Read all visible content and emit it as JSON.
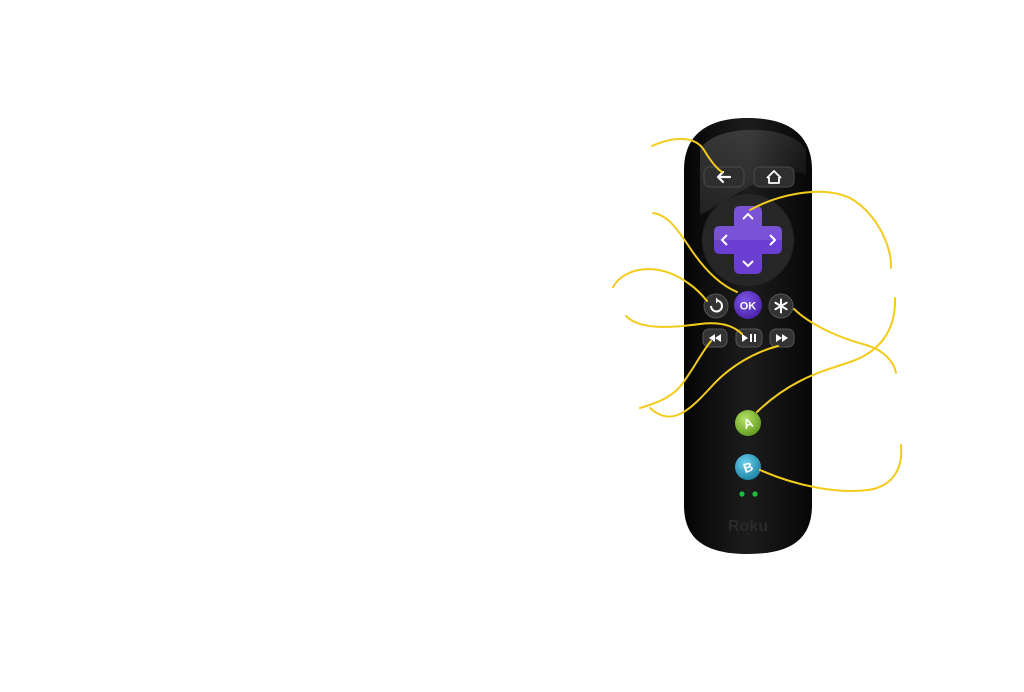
{
  "remote": {
    "brand": "Roku",
    "buttons": {
      "back": {
        "icon": "back-arrow-icon"
      },
      "home": {
        "icon": "home-icon"
      },
      "dpad_up": {
        "icon": "chevron-up-icon"
      },
      "dpad_down": {
        "icon": "chevron-down-icon"
      },
      "dpad_left": {
        "icon": "chevron-left-icon"
      },
      "dpad_right": {
        "icon": "chevron-right-icon"
      },
      "ok": {
        "label": "OK"
      },
      "replay": {
        "icon": "replay-icon"
      },
      "options": {
        "icon": "asterisk-icon"
      },
      "rewind": {
        "icon": "rewind-icon"
      },
      "play_pause": {
        "icon": "play-pause-icon"
      },
      "fast_forward": {
        "icon": "fast-forward-icon"
      },
      "a": {
        "label": "A"
      },
      "b": {
        "label": "B"
      }
    }
  },
  "colors": {
    "background": "#ffffff",
    "remote_body": "#111111",
    "dpad_purple": "#6a3fd1",
    "ok_purple": "#5a2fc2",
    "button_a_green": "#8cc63f",
    "button_b_teal": "#2aa7c9",
    "callout_yellow": "#f2cc1c",
    "indicator_green": "#1bbf3a"
  }
}
